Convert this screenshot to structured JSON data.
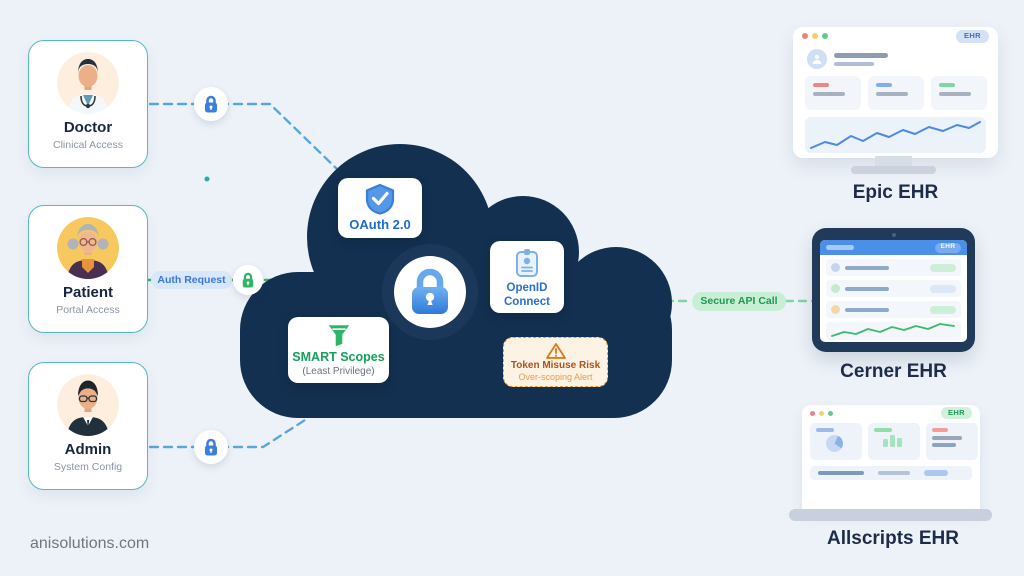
{
  "site": {
    "footer": "anisolutions.com"
  },
  "actors": [
    {
      "name": "Doctor",
      "role": "Clinical Access"
    },
    {
      "name": "Patient",
      "role": "Portal Access"
    },
    {
      "name": "Admin",
      "role": "System Config"
    }
  ],
  "connectors": {
    "auth_request": "Auth Request",
    "secure_api_call": "Secure API Call"
  },
  "cloud": {
    "oauth_label": "OAuth 2.0",
    "openid_label_line1": "OpenID",
    "openid_label_line2": "Connect",
    "smart_label": "SMART Scopes",
    "smart_sublabel": "(Least Privilege)",
    "risk_label": "Token Misuse Risk",
    "risk_sublabel": "Over-scoping Alert"
  },
  "ehr_systems": [
    {
      "name": "Epic EHR",
      "badge": "EHR"
    },
    {
      "name": "Cerner EHR",
      "badge": "EHR"
    },
    {
      "name": "Allscripts EHR",
      "badge": "EHR"
    }
  ],
  "icons": {
    "lock": "padlock",
    "shield_check": "shield with checkmark",
    "id_badge": "identity badge card",
    "funnel": "filter funnel",
    "warning": "warning triangle with exclamation",
    "traffic_dots": "red-yellow-green window dots",
    "person": "user avatar silhouette"
  },
  "colors": {
    "background": "#edf2f8",
    "cloud_navy": "#143050",
    "accent_blue": "#2e7ad6",
    "accent_green": "#2db568",
    "accent_orange": "#eb9b31",
    "teal_border": "#57b7c2",
    "line_blue_dash": "#58a7db",
    "line_green_dash": "#7fd6a4"
  }
}
